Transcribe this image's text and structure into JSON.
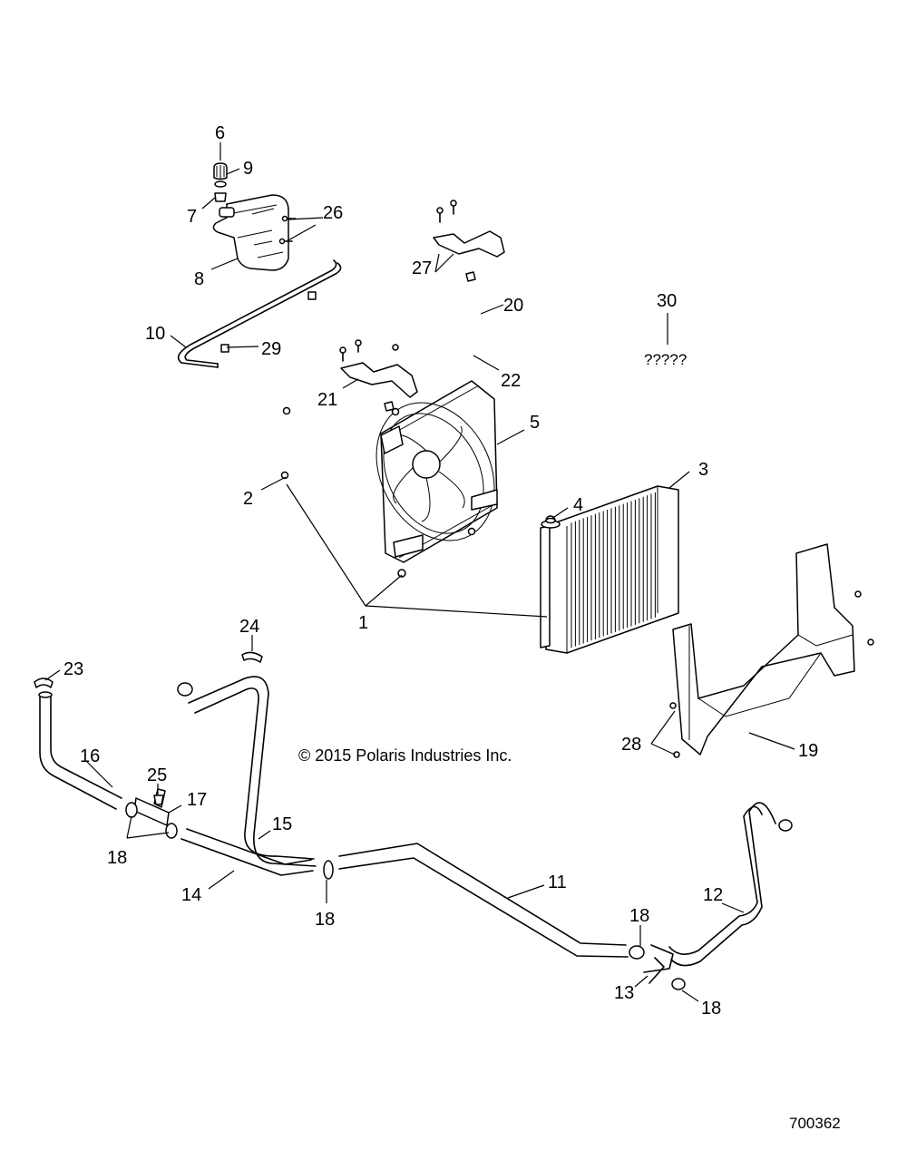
{
  "copyright": "© 2015 Polaris Industries Inc.",
  "drawing_number": "700362",
  "callouts": [
    {
      "id": "c1",
      "text": "1"
    },
    {
      "id": "c2",
      "text": "2"
    },
    {
      "id": "c3",
      "text": "3"
    },
    {
      "id": "c4",
      "text": "4"
    },
    {
      "id": "c5",
      "text": "5"
    },
    {
      "id": "c6",
      "text": "6"
    },
    {
      "id": "c7",
      "text": "7"
    },
    {
      "id": "c8",
      "text": "8"
    },
    {
      "id": "c9",
      "text": "9"
    },
    {
      "id": "c10",
      "text": "10"
    },
    {
      "id": "c11",
      "text": "11"
    },
    {
      "id": "c12",
      "text": "12"
    },
    {
      "id": "c13",
      "text": "13"
    },
    {
      "id": "c14",
      "text": "14"
    },
    {
      "id": "c15",
      "text": "15"
    },
    {
      "id": "c16",
      "text": "16"
    },
    {
      "id": "c17",
      "text": "17"
    },
    {
      "id": "c18a",
      "text": "18"
    },
    {
      "id": "c18b",
      "text": "18"
    },
    {
      "id": "c18c",
      "text": "18"
    },
    {
      "id": "c18d",
      "text": "18"
    },
    {
      "id": "c19",
      "text": "19"
    },
    {
      "id": "c20",
      "text": "20"
    },
    {
      "id": "c21",
      "text": "21"
    },
    {
      "id": "c22",
      "text": "22"
    },
    {
      "id": "c23",
      "text": "23"
    },
    {
      "id": "c24",
      "text": "24"
    },
    {
      "id": "c25",
      "text": "25"
    },
    {
      "id": "c26",
      "text": "26"
    },
    {
      "id": "c27",
      "text": "27"
    },
    {
      "id": "c28",
      "text": "28"
    },
    {
      "id": "c29",
      "text": "29"
    },
    {
      "id": "c30",
      "text": "30"
    },
    {
      "id": "c30note",
      "text": "?????"
    }
  ]
}
